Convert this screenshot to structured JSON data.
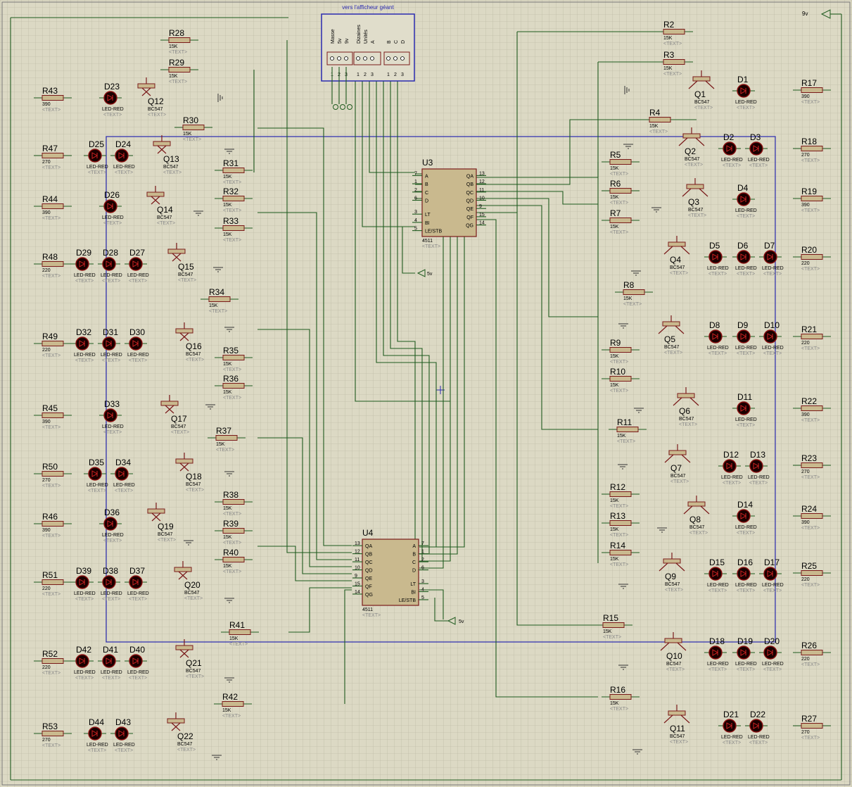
{
  "connector": {
    "title": "vers l'afficheur géant",
    "labels": [
      "Masse",
      "5v",
      "9v",
      "Dizaines",
      "Unités",
      "A",
      "B",
      "C",
      "D"
    ],
    "pins": [
      "1",
      "2",
      "3",
      "1",
      "2",
      "3",
      "1",
      "2",
      "3"
    ]
  },
  "power": {
    "vcc9": "9v",
    "vcc5a": "5v",
    "vcc5b": "5v"
  },
  "chips": [
    {
      "ref": "U3",
      "type": "4511",
      "left": [
        "A",
        "B",
        "C",
        "D",
        "LT",
        "BI",
        "LE/STB"
      ],
      "left_pins": [
        "7",
        "1",
        "2",
        "6",
        "3",
        "4",
        "5"
      ],
      "right": [
        "QA",
        "QB",
        "QC",
        "QD",
        "QE",
        "QF",
        "QG"
      ],
      "right_pins": [
        "13",
        "12",
        "11",
        "10",
        "9",
        "15",
        "14"
      ]
    },
    {
      "ref": "U4",
      "type": "4511",
      "left": [
        "QA",
        "QB",
        "QC",
        "QD",
        "QE",
        "QF",
        "QG"
      ],
      "left_pins": [
        "13",
        "12",
        "11",
        "10",
        "9",
        "15",
        "14"
      ],
      "right": [
        "A",
        "B",
        "C",
        "D",
        "LT",
        "BI",
        "LE/STB"
      ],
      "right_pins": [
        "7",
        "1",
        "2",
        "6",
        "3",
        "4",
        "5"
      ]
    }
  ],
  "text_placeholder": "<TEXT>",
  "led_type": "LED-RED",
  "transistor_type": "BC547",
  "resistors": [
    {
      "ref": "R2",
      "val": "15K"
    },
    {
      "ref": "R3",
      "val": "15K"
    },
    {
      "ref": "R4",
      "val": "15K"
    },
    {
      "ref": "R5",
      "val": "15K"
    },
    {
      "ref": "R6",
      "val": "15K"
    },
    {
      "ref": "R7",
      "val": "15K"
    },
    {
      "ref": "R8",
      "val": "15K"
    },
    {
      "ref": "R9",
      "val": "15K"
    },
    {
      "ref": "R10",
      "val": "15K"
    },
    {
      "ref": "R11",
      "val": "15K"
    },
    {
      "ref": "R12",
      "val": "15K"
    },
    {
      "ref": "R13",
      "val": "15K"
    },
    {
      "ref": "R14",
      "val": "15K"
    },
    {
      "ref": "R15",
      "val": "15K"
    },
    {
      "ref": "R16",
      "val": "15K"
    },
    {
      "ref": "R17",
      "val": "390"
    },
    {
      "ref": "R18",
      "val": "270"
    },
    {
      "ref": "R19",
      "val": "390"
    },
    {
      "ref": "R20",
      "val": "220"
    },
    {
      "ref": "R21",
      "val": "220"
    },
    {
      "ref": "R22",
      "val": "390"
    },
    {
      "ref": "R23",
      "val": "270"
    },
    {
      "ref": "R24",
      "val": "390"
    },
    {
      "ref": "R25",
      "val": "220"
    },
    {
      "ref": "R26",
      "val": "220"
    },
    {
      "ref": "R27",
      "val": "270"
    },
    {
      "ref": "R28",
      "val": "15K"
    },
    {
      "ref": "R29",
      "val": "15K"
    },
    {
      "ref": "R30",
      "val": "15K"
    },
    {
      "ref": "R31",
      "val": "15K"
    },
    {
      "ref": "R32",
      "val": "15K"
    },
    {
      "ref": "R33",
      "val": "15K"
    },
    {
      "ref": "R34",
      "val": "15K"
    },
    {
      "ref": "R35",
      "val": "15K"
    },
    {
      "ref": "R36",
      "val": "15K"
    },
    {
      "ref": "R37",
      "val": "15K"
    },
    {
      "ref": "R38",
      "val": "15K"
    },
    {
      "ref": "R39",
      "val": "15K"
    },
    {
      "ref": "R40",
      "val": "15K"
    },
    {
      "ref": "R41",
      "val": "15K"
    },
    {
      "ref": "R42",
      "val": "15K"
    },
    {
      "ref": "R43",
      "val": "390"
    },
    {
      "ref": "R44",
      "val": "390"
    },
    {
      "ref": "R45",
      "val": "390"
    },
    {
      "ref": "R46",
      "val": "390"
    },
    {
      "ref": "R47",
      "val": "270"
    },
    {
      "ref": "R48",
      "val": "220"
    },
    {
      "ref": "R49",
      "val": "220"
    },
    {
      "ref": "R50",
      "val": "270"
    },
    {
      "ref": "R51",
      "val": "220"
    },
    {
      "ref": "R52",
      "val": "220"
    },
    {
      "ref": "R53",
      "val": "270"
    }
  ],
  "leds": [
    "D1",
    "D2",
    "D3",
    "D4",
    "D5",
    "D6",
    "D7",
    "D8",
    "D9",
    "D10",
    "D11",
    "D12",
    "D13",
    "D14",
    "D15",
    "D16",
    "D17",
    "D18",
    "D19",
    "D20",
    "D21",
    "D22",
    "D23",
    "D24",
    "D25",
    "D26",
    "D27",
    "D28",
    "D29",
    "D30",
    "D31",
    "D32",
    "D33",
    "D34",
    "D35",
    "D36",
    "D37",
    "D38",
    "D39",
    "D40",
    "D41",
    "D42",
    "D43",
    "D44"
  ],
  "transistors": [
    "Q1",
    "Q2",
    "Q3",
    "Q4",
    "Q5",
    "Q6",
    "Q7",
    "Q8",
    "Q9",
    "Q10",
    "Q11",
    "Q12",
    "Q13",
    "Q14",
    "Q15",
    "Q16",
    "Q17",
    "Q18",
    "Q19",
    "Q20",
    "Q21",
    "Q22"
  ]
}
